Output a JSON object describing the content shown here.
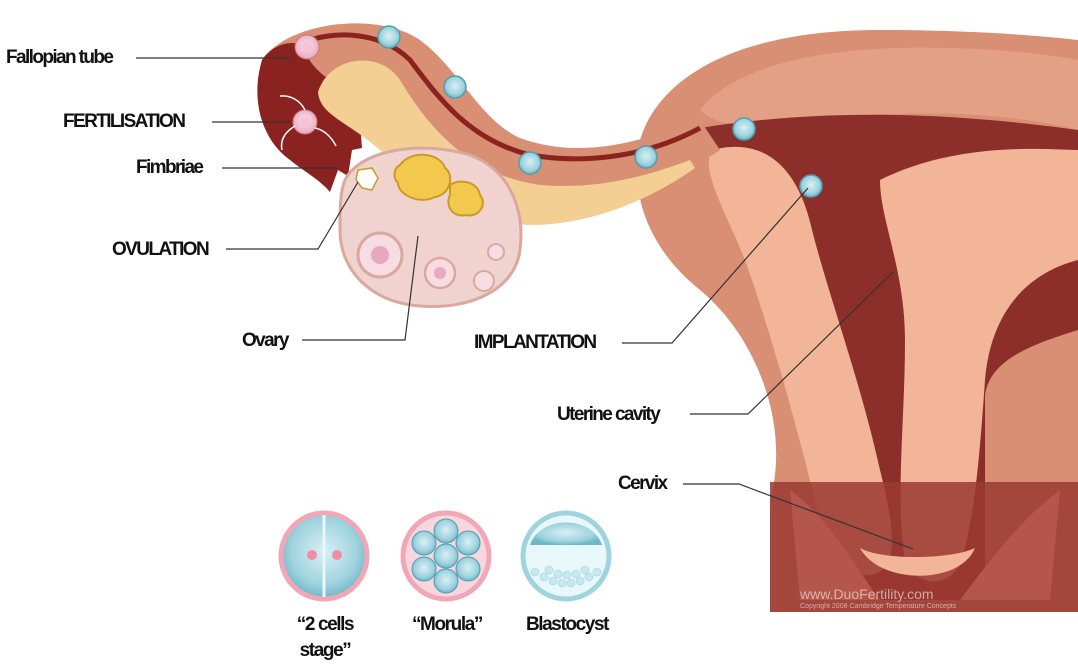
{
  "labels": {
    "fallopian_tube": "Fallopian tube",
    "fertilisation": "FERTILISATION",
    "fimbriae": "Fimbriae",
    "ovulation": "OVULATION",
    "ovary": "Ovary",
    "implantation": "IMPLANTATION",
    "uterine_cavity": "Uterine cavity",
    "cervix": "Cervix"
  },
  "stages": {
    "two_cells_line1": "“2 cells",
    "two_cells_line2": "stage”",
    "morula": "“Morula”",
    "blastocyst": "Blastocyst"
  },
  "watermark": {
    "url": "www.DuoFertility.com",
    "copyright": "Copyright 2008 Cambridge Temperature Concepts"
  },
  "colors": {
    "uterus_outer": "#d88f74",
    "uterus_light": "#f3b597",
    "uterus_dark": "#8c2f2a",
    "tube_dark": "#8a2320",
    "tube_lining": "#f3cf93",
    "ovary": "#f0d3cf",
    "cell": "#9fd3de"
  }
}
